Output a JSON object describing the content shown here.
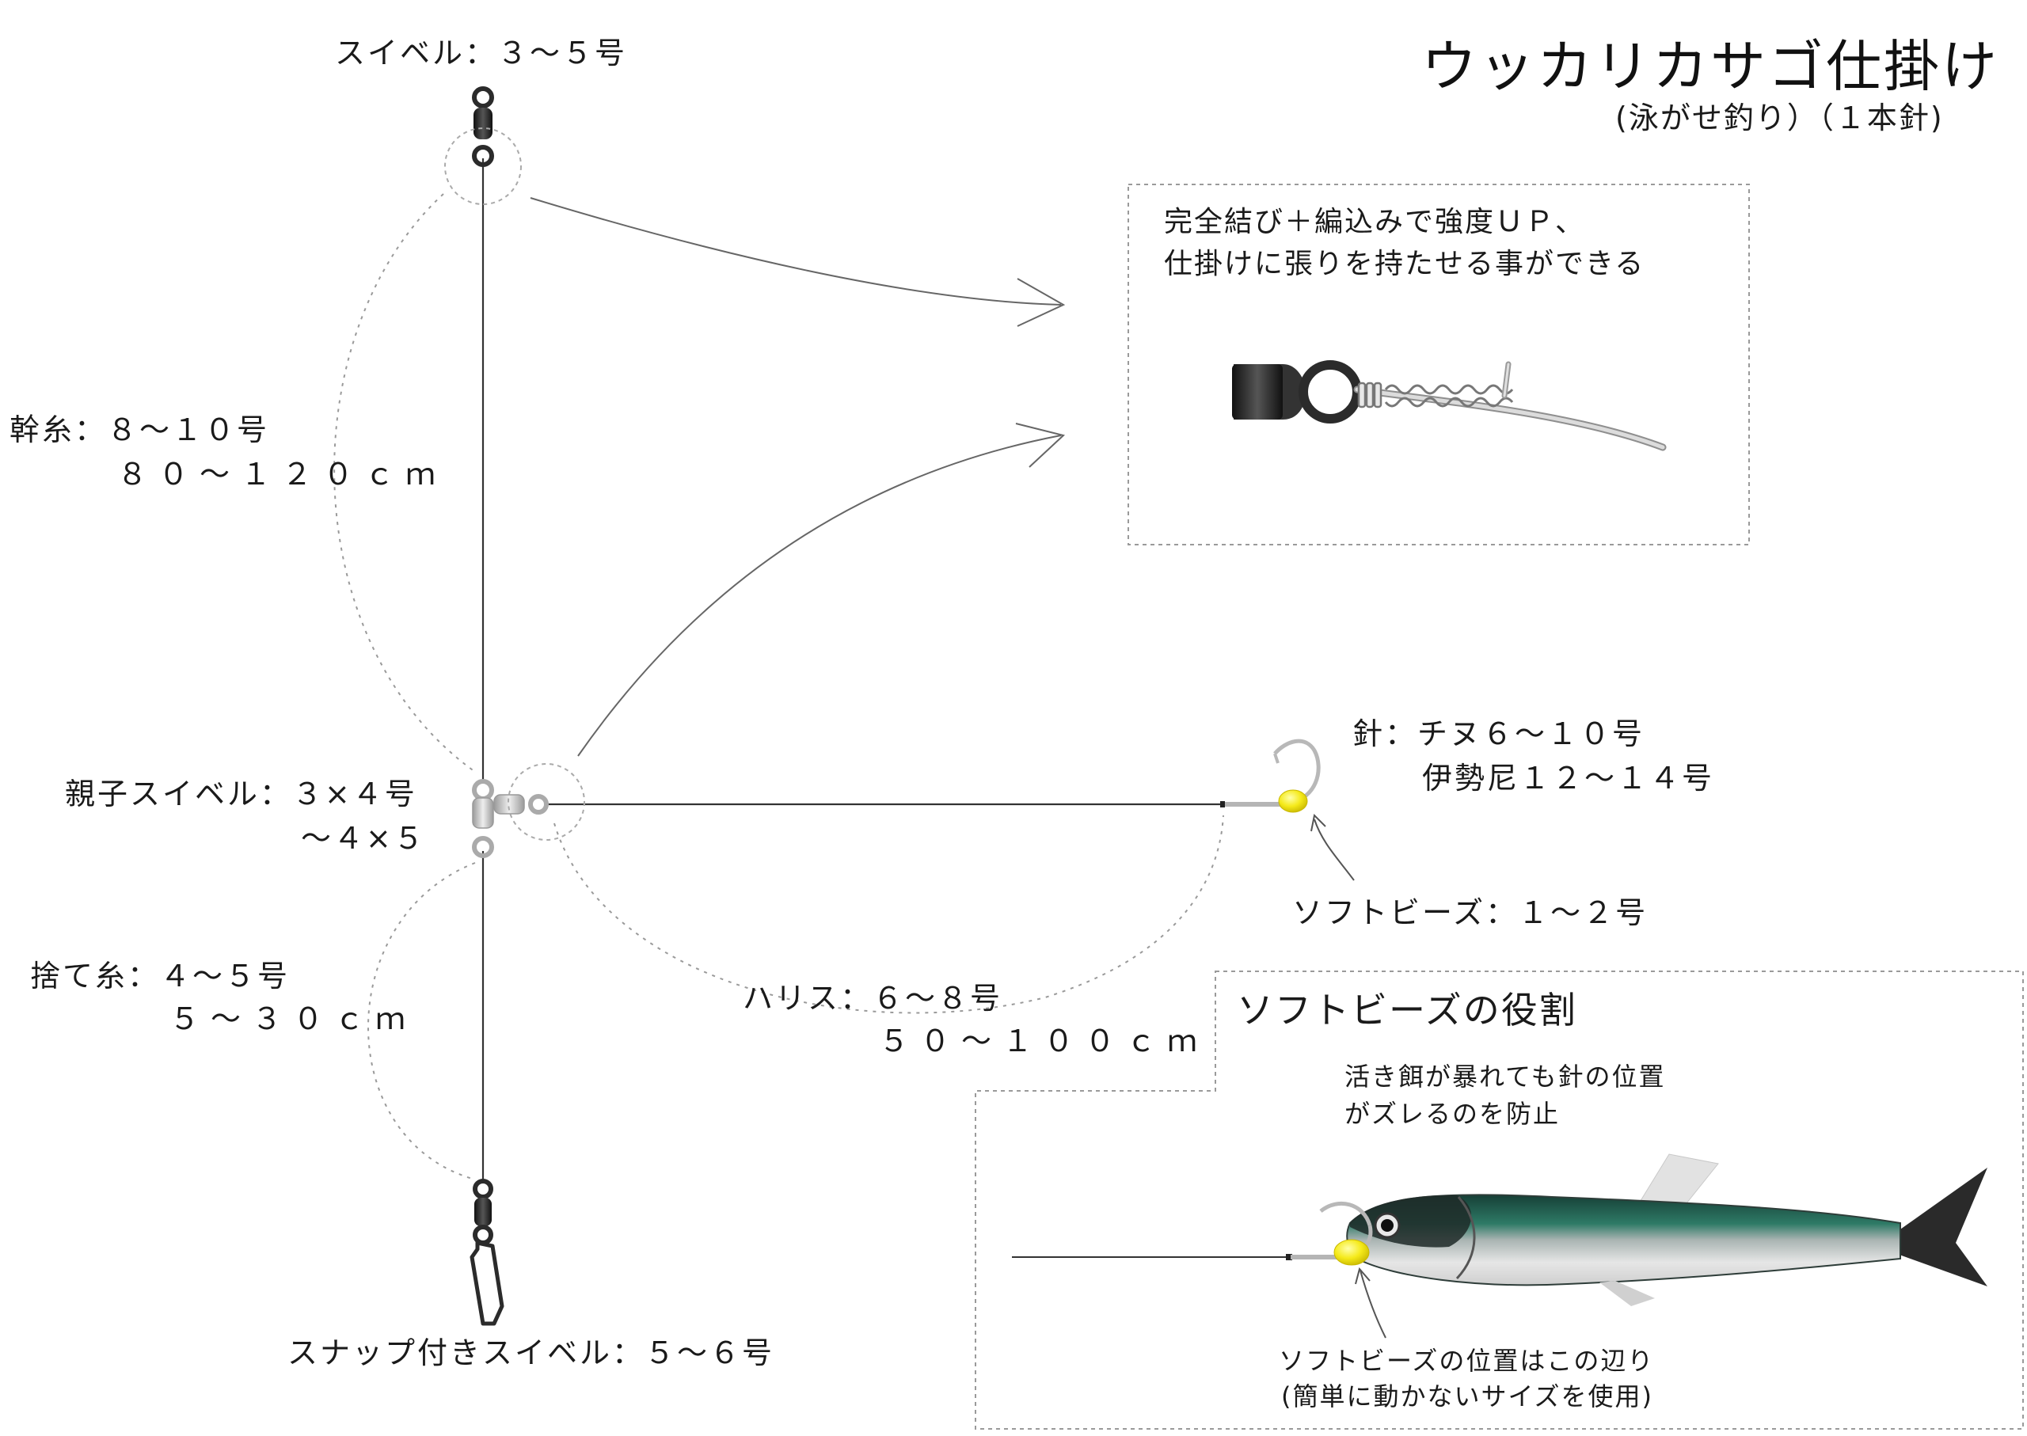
{
  "title": "ウッカリカサゴ仕掛け",
  "subtitle": "(泳がせ釣り）（１本針)",
  "labels": {
    "swivel": "スイベル：３～５号",
    "main_line_1": "幹糸：８～１０号",
    "main_line_2": "８０～１２０ｃｍ",
    "oyako_swivel_1": "親子スイベル：３×４号",
    "oyako_swivel_2": "～４×５",
    "sute_ito_1": "捨て糸：４～５号",
    "sute_ito_2": "５～３０ｃｍ",
    "harisu_1": "ハリス：６～８号",
    "harisu_2": "５０～１００ｃｍ",
    "hook_1": "針：チヌ６～１０号",
    "hook_2": "伊勢尼１２～１４号",
    "soft_beads": "ソフトビーズ：１～２号",
    "snap_swivel": "スナップ付きスイベル：５～６号"
  },
  "knot_note": {
    "line1": "完全結び＋編込みで強度ＵＰ、",
    "line2": "仕掛けに張りを持たせる事ができる"
  },
  "beads_note": {
    "heading": "ソフトビーズの役割",
    "desc1": "活き餌が暴れても針の位置",
    "desc2": "がズレるのを防止",
    "pos1": "ソフトビーズの位置はこの辺り",
    "pos2": "(簡単に動かないサイズを使用)"
  },
  "colors": {
    "line": "#333333",
    "swivel_dark": "#2b2b2b",
    "swivel_silver": "#c8c8c8",
    "bead_yellow": "#f5ea1a",
    "fish_back": "#1f5a4a",
    "dash": "#9a9a9a"
  }
}
